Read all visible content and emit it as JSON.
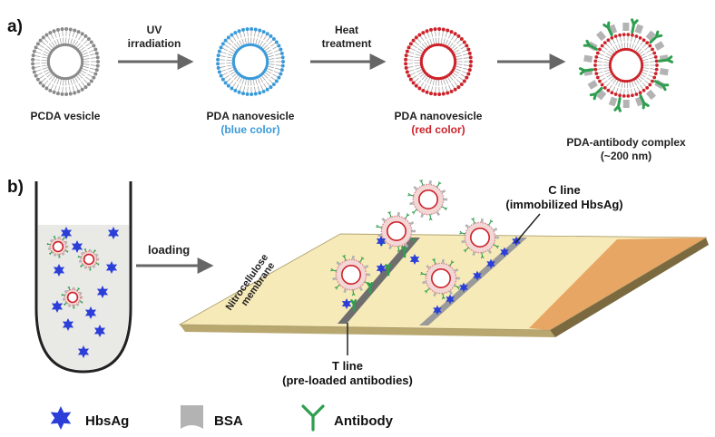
{
  "panel_a": {
    "label": "a)",
    "steps": {
      "pcda": {
        "label": "PCDA vesicle",
        "color": "#8a8a8a"
      },
      "pda_blue": {
        "label": "PDA nanovesicle",
        "sublabel": "(blue color)",
        "color": "#3a9ad9"
      },
      "pda_red": {
        "label": "PDA nanovesicle",
        "sublabel": "(red color)",
        "color": "#cc2229"
      },
      "complex": {
        "label": "PDA-antibody complex",
        "sublabel": "(~200 nm)"
      }
    },
    "arrows": [
      {
        "line1": "UV",
        "line2": "irradiation"
      },
      {
        "line1": "Heat",
        "line2": "treatment"
      },
      {
        "line1": "",
        "line2": ""
      }
    ]
  },
  "panel_b": {
    "label": "b)",
    "loading_label": "loading",
    "strip": {
      "membrane_line1": "Nitrocellulose",
      "membrane_line2": "membrane",
      "t_line": {
        "title": "T line",
        "subtitle": "(pre-loaded antibodies)"
      },
      "c_line": {
        "title": "C line",
        "subtitle": "(immobilized HbsAg)"
      }
    }
  },
  "legend": [
    {
      "label": "HbsAg",
      "icon": "star-icon",
      "color": "#2b3ed8"
    },
    {
      "label": "BSA",
      "icon": "bsa-icon",
      "color": "#b3b3b3"
    },
    {
      "label": "Antibody",
      "icon": "antibody-icon",
      "color": "#2e9e4f"
    }
  ],
  "colors": {
    "strip": "#f6eab8",
    "pad": "#e8a665",
    "antibody": "#2e9e4f",
    "hbsag": "#2b3ed8",
    "bsa": "#b3b3b3",
    "red": "#cc2229",
    "blue_text": "#3a9ad9"
  }
}
